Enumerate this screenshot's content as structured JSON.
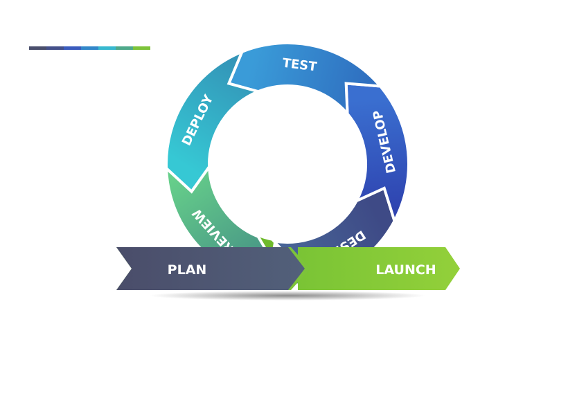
{
  "title_bar_colors": [
    "#4a4f6c",
    "#44508a",
    "#3a5bbd",
    "#3287c9",
    "#37b8cf",
    "#4fa98a",
    "#7dc33a"
  ],
  "cycle": {
    "stages": [
      {
        "id": "design",
        "label": "DESIGN",
        "color_a": "#3e4a86",
        "color_b": "#4a6a9a"
      },
      {
        "id": "develop",
        "label": "DEVELOP",
        "color_a": "#3a6fd0",
        "color_b": "#2f44b0"
      },
      {
        "id": "test",
        "label": "TEST",
        "color_a": "#3a9bd8",
        "color_b": "#2f6fc0"
      },
      {
        "id": "deploy",
        "label": "DEPLOY",
        "color_a": "#36c8d4",
        "color_b": "#3395b8"
      },
      {
        "id": "review",
        "label": "REVIEW",
        "color_a": "#4a9a86",
        "color_b": "#66cf8a"
      }
    ],
    "green_tail_color": "#6fba2c"
  },
  "plan": {
    "label": "PLAN",
    "color_a": "#4a4d6a",
    "color_b": "#52607a"
  },
  "launch": {
    "label": "LAUNCH",
    "color_a": "#7ac435",
    "color_b": "#93d03a"
  }
}
